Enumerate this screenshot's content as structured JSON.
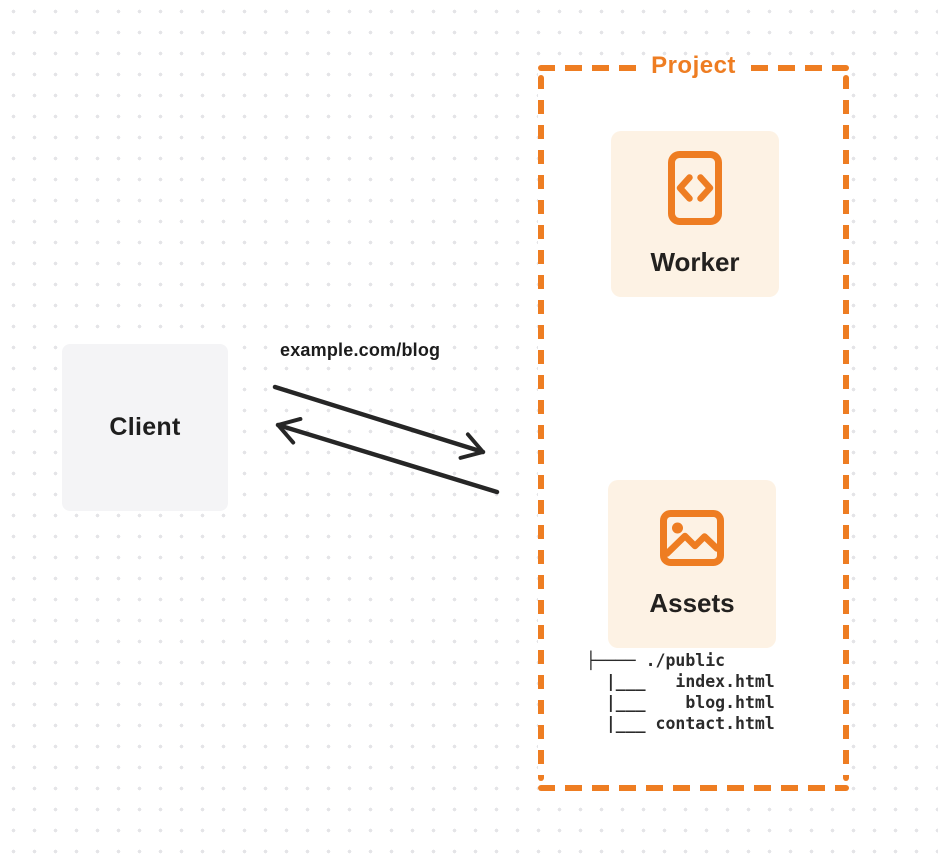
{
  "colors": {
    "accent_orange": "#ee7d22",
    "card_background": "#fdf2e4",
    "client_background": "#f4f4f6",
    "arrow_dark": "#262626",
    "dot_grid": "#e4e4e7",
    "text_dark": "#1e1e1e"
  },
  "client": {
    "label": "Client"
  },
  "request": {
    "url_label": "example.com/blog"
  },
  "project": {
    "title": "Project",
    "worker": {
      "label": "Worker",
      "icon": "code-file-icon"
    },
    "assets": {
      "label": "Assets",
      "icon": "image-icon"
    },
    "file_tree": {
      "lines": [
        "├──── ./public",
        "  |___   index.html",
        "  |___    blog.html",
        "  |___ contact.html"
      ]
    }
  }
}
